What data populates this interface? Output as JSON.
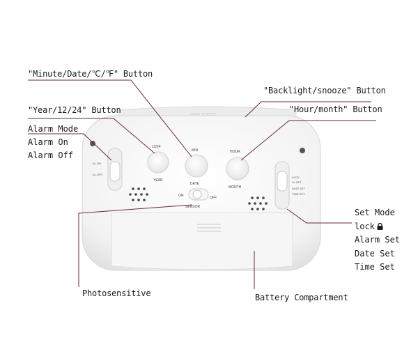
{
  "callouts": {
    "minute_date_button": "\"Minute/Date/℃/℉\" Button",
    "year_button": "\"Year/12/24\" Button",
    "backlight_button": "\"Backlight/snooze\" Button",
    "hour_month_button": "\"Hour/month\" Button",
    "photosensitive": "Photosensitive",
    "battery_compartment": "Battery Compartment"
  },
  "alarm_switch": {
    "items": [
      "Alarm Mode",
      "Alarm On",
      "Alarm Off"
    ]
  },
  "mode_switch": {
    "items": [
      "Set Mode",
      "lock",
      "Alarm Set",
      "Date Set",
      "Time Set"
    ],
    "lock_icon": "padlock-icon"
  },
  "device_labels": {
    "btn_12_24": "12/24",
    "btn_year": "YEAR",
    "btn_min": "MIN",
    "btn_date": "DATE",
    "btn_hour": "HOUR",
    "btn_month": "MONTH",
    "sensor_on": "ON",
    "sensor_off": "OFF",
    "sensor": "SENSOR",
    "al_on": "AL.ON",
    "al_off": "AL.OFF",
    "sw_lock": "LOCK",
    "sw_al_set": "AL SET",
    "sw_date_set": "DATE SET",
    "sw_time_set": "TIME SET"
  },
  "colors": {
    "line": "#6b2a2a",
    "device_body": "#f4f4f4",
    "device_outline": "#d6d6d6",
    "text": "#1a1a1a"
  }
}
